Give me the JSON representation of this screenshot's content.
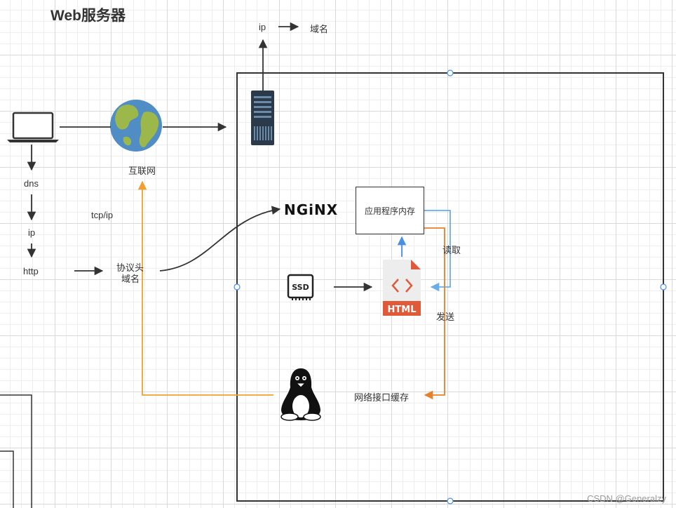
{
  "title": "Web服务器",
  "labels": {
    "ip_top": "ip",
    "domain_top": "域名",
    "internet": "互联网",
    "dns": "dns",
    "ip": "ip",
    "http": "http",
    "tcpip": "tcp/ip",
    "protocol_header": "协议头",
    "domain_name": "域名",
    "nginx": "NGiNX",
    "app_memory": "应用程序内存",
    "read": "读取",
    "send": "发送",
    "html": "HTML",
    "ssd": "SSD",
    "network_buffer": "网络接口缓存",
    "watermark": "CSDN @Generalzy"
  },
  "colors": {
    "orange": "#F0A030",
    "orange_dark": "#E8802A",
    "blue": "#4A90E2",
    "light_blue": "#6AAEE8",
    "dark": "#333333",
    "html_red": "#E05A3A"
  }
}
